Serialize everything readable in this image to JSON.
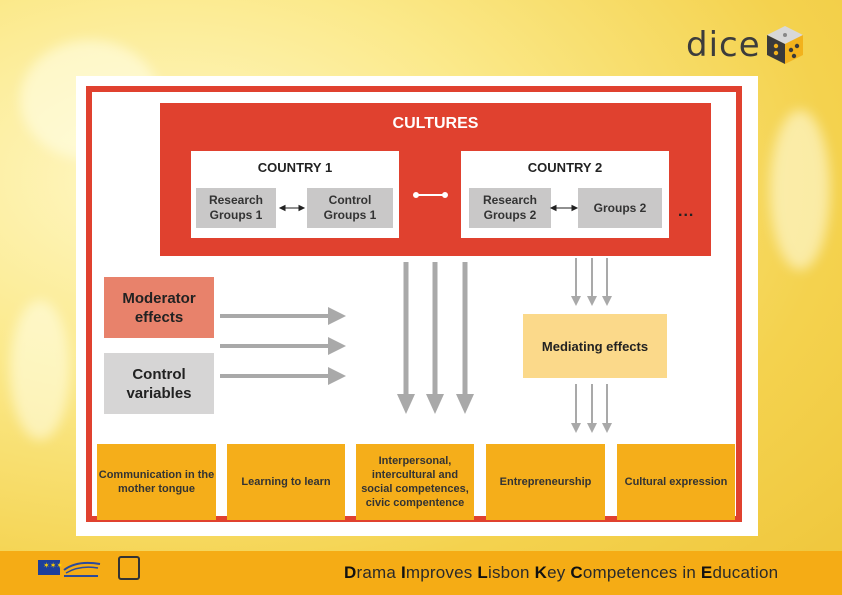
{
  "logo": {
    "text": "dice"
  },
  "diagram": {
    "cultures_title": "CULTURES",
    "country1": {
      "title": "COUNTRY 1",
      "research": "Research Groups 1",
      "control": "Control Groups 1"
    },
    "country2": {
      "title": "COUNTRY 2",
      "research": "Research Groups 2",
      "control": "Groups 2"
    },
    "more": "...",
    "moderator": "Moderator effects",
    "control_variables": "Control variables",
    "mediating": "Mediating effects",
    "competences": [
      "Communication in the mother tongue",
      "Learning to learn",
      "Interpersonal, intercultural and social competences, civic compentence",
      "Entrepreneurship",
      "Cultural expression"
    ]
  },
  "footer": {
    "title_parts": [
      {
        "initial": "D",
        "rest": "rama "
      },
      {
        "initial": "I",
        "rest": "mproves "
      },
      {
        "initial": "L",
        "rest": "isbon "
      },
      {
        "initial": "K",
        "rest": "ey "
      },
      {
        "initial": "C",
        "rest": "ompetences in "
      },
      {
        "initial": "E",
        "rest": "ducation"
      }
    ]
  },
  "colors": {
    "red": "#e0412f",
    "orange": "#f5ae1a",
    "light_orange": "#fbd98a",
    "grey": "#c9c8c8",
    "salmon": "#e8826b",
    "arrow_grey": "#a9a9a9"
  }
}
